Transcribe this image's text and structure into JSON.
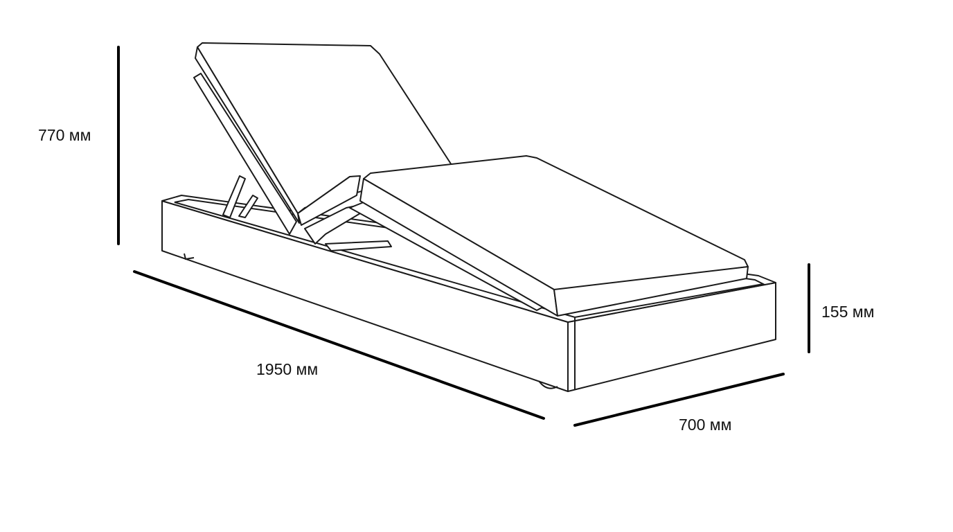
{
  "dimensions": {
    "height_total": "770 мм",
    "length": "1950 мм",
    "width": "700 мм",
    "height_base": "155 мм"
  }
}
